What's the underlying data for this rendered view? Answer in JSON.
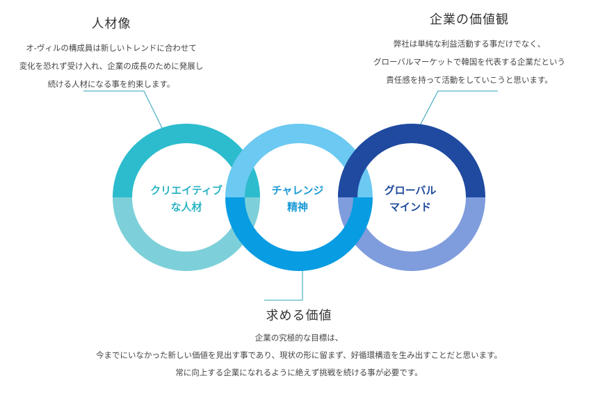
{
  "person": {
    "title": "人材像",
    "lines": [
      "オ-ヴィルの構成員は新しいトレンドに合わせて",
      "変化を恐れず受け入れ、企業の成長のために発展し",
      "続ける人材になる事を約束します。"
    ]
  },
  "values": {
    "title": "企業の価値観",
    "lines": [
      "弊社は単純な利益活動する事だけでなく、",
      "グローバルマーケットで韓国を代表する企業だという",
      "責任感を持って活動をしていこうと思います。"
    ]
  },
  "sought": {
    "title": "求める価値",
    "lines": [
      "企業の究極的な目標は、",
      "今までにいなかった新しい価値を見出す事であり、現状の形に留まず、好循環構造を生み出すことだと思います。",
      "常に向上する企業になれるように絶えず挑戦を続ける事が必要です。"
    ]
  },
  "rings": [
    {
      "line1": "クリエイティブ",
      "line2": "な人材",
      "top_color": "#2cbccd",
      "bottom_color": "#7dd0da"
    },
    {
      "line1": "チャレンジ",
      "line2": "精神",
      "top_color": "#6cc9f1",
      "bottom_color": "#089ce2"
    },
    {
      "line1": "グローバル",
      "line2": "マインド",
      "top_color": "#1f4aa0",
      "bottom_color": "#7f9cdd"
    }
  ],
  "connector_color": "#2aa0b8"
}
